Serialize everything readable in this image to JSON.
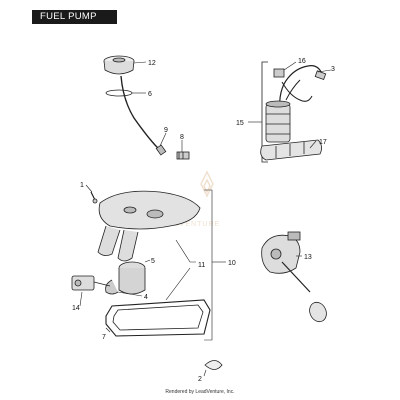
{
  "title": "FUEL PUMP",
  "footer": "Rendered by LeadVenture, Inc.",
  "watermark_text": "ADVENTURE",
  "callouts": [
    "1",
    "2",
    "3",
    "4",
    "5",
    "6",
    "7",
    "8",
    "9",
    "10",
    "11",
    "12",
    "13",
    "14",
    "15",
    "16",
    "17"
  ],
  "colors": {
    "title_bg": "#1a1a1a",
    "title_text": "#ffffff",
    "line": "#222222",
    "part_fill": "#d9d9d9",
    "watermark": "#f0e0cf"
  }
}
